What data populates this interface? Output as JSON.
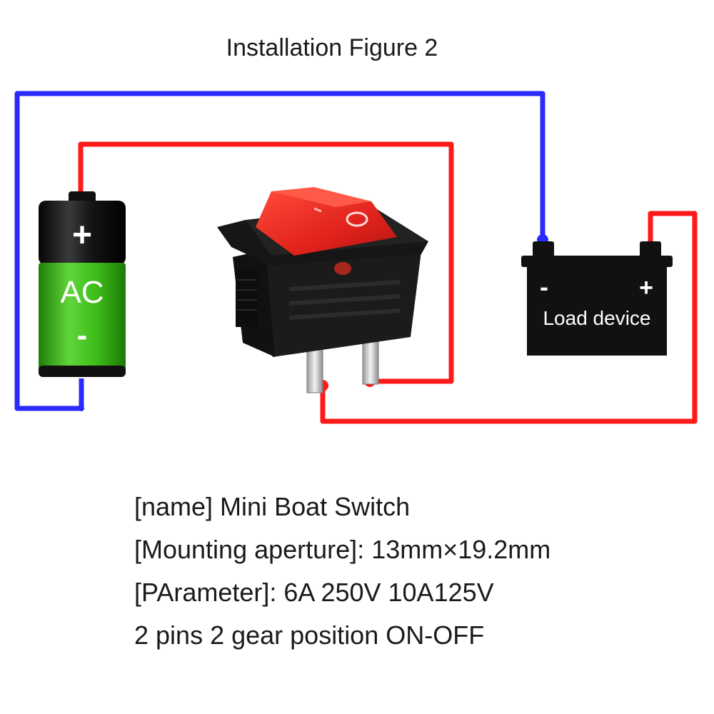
{
  "title": "Installation Figure 2",
  "battery": {
    "plus": "+",
    "label": "AC",
    "minus": "-",
    "color_top": "#111111",
    "color_fill": "#3fc21a"
  },
  "load": {
    "minus": "-",
    "plus": "+",
    "label": "Load device",
    "color": "#111111"
  },
  "switch": {
    "rocker_color": "#e0231c",
    "body_color": "#1a1a1a",
    "off_symbol": "O"
  },
  "wires": {
    "positive_color": "#ff1a1a",
    "negative_color": "#2a2aff"
  },
  "specs": [
    "[name] Mini Boat Switch",
    "[Mounting aperture]: 13mm×19.2mm",
    "[PArameter]: 6A 250V  10A125V",
    "2 pins 2 gear position ON-OFF"
  ]
}
